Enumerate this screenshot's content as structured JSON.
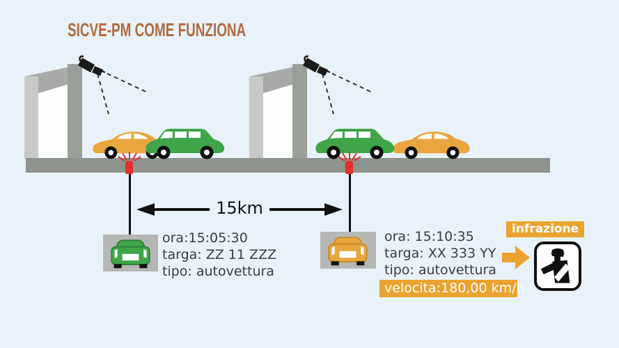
{
  "title": "SICVE-PM COME FUNZIONA",
  "distance": {
    "label": "15km"
  },
  "detections": [
    {
      "ora": "ora:15:05:30",
      "targa": "targa: ZZ 11 ZZZ",
      "tipo": "tipo: autovettura",
      "vehicle_color": "#3fa548"
    },
    {
      "ora": "ora: 15:10:35",
      "targa": "targa: XX 333 YY",
      "tipo": "tipo: autovettura",
      "velocita": "velocita:180,00 km/h",
      "vehicle_color": "#e9a63f"
    }
  ],
  "infrazione": {
    "label": "infrazione"
  },
  "icons": {
    "camera": "speed-camera-icon",
    "sensor": "road-sensor-flash-icon",
    "officer": "customs-officer-icon",
    "arrow": "orange-forward-arrow-icon"
  },
  "colors": {
    "background": "#e9f2f8",
    "accent_orange": "#eba32f",
    "car_yellow": "#e9a63f",
    "car_green": "#3fa548",
    "sensor_red": "#e12f2a",
    "road_gray": "#8e938e",
    "title_brown": "#b16a3e",
    "text_gray": "#3c3c3c",
    "photo_box_gray": "#b5b7b5"
  }
}
